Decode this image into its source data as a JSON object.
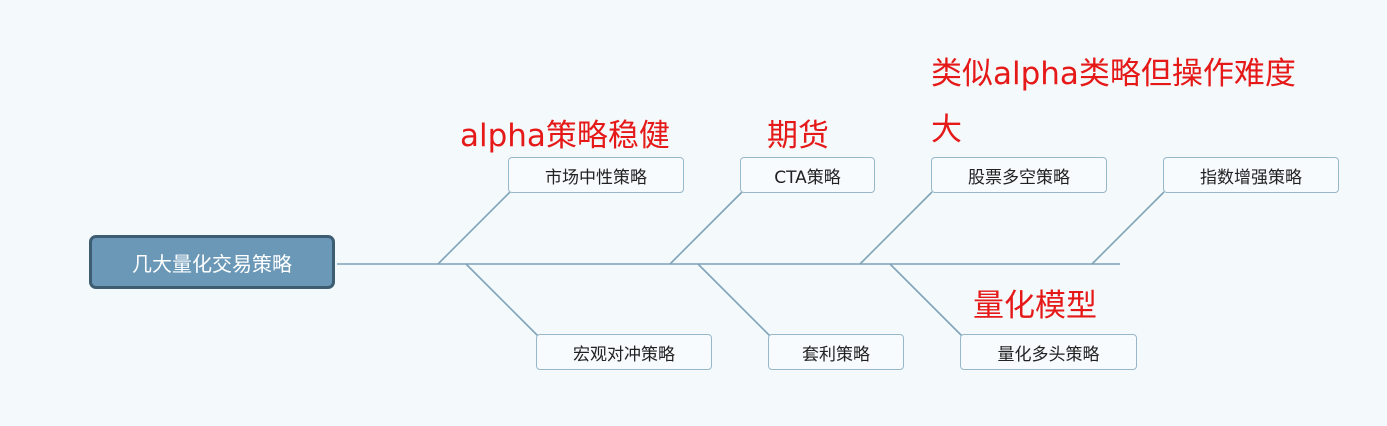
{
  "root": {
    "label": "几大量化交易策略"
  },
  "branches": {
    "market_neutral": "市场中性策略",
    "cta": "CTA策略",
    "long_short": "股票多空策略",
    "index_enhanced": "指数增强策略",
    "macro_hedge": "宏观对冲策略",
    "arbitrage": "套利策略",
    "quant_long": "量化多头策略"
  },
  "annotations": {
    "alpha_stable": "alpha策略稳健",
    "futures": "期货",
    "similar_alpha_line1": "类似alpha类略但操作难度",
    "similar_alpha_line2": "大",
    "quant_model": "量化模型"
  },
  "colors": {
    "root_fill": "#6b98b7",
    "root_border": "#3d5d72",
    "node_border": "#97b8cb",
    "connector": "#7fa3b8",
    "annotation_text": "#e61919"
  }
}
